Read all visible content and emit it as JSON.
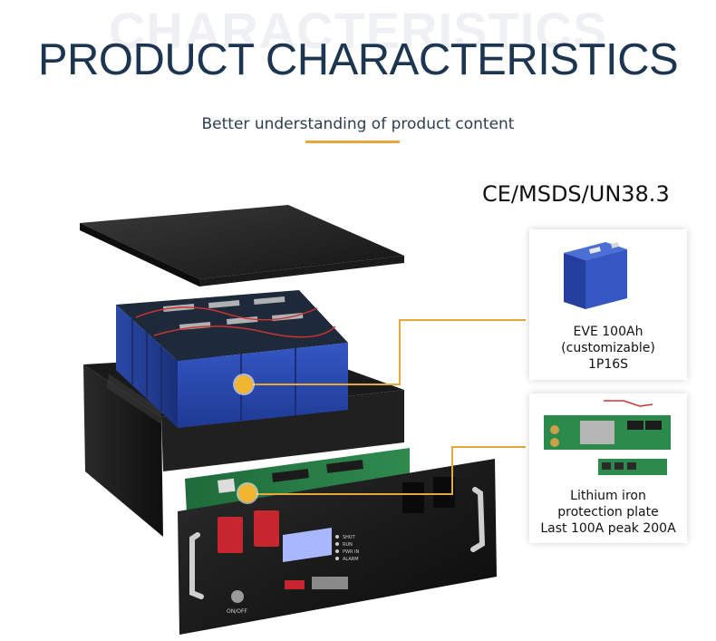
{
  "header": {
    "watermark": "CHARACTERISTICS",
    "title": "PRODUCT CHARACTERISTICS",
    "subtitle": "Better understanding of product content"
  },
  "certification": "CE/MSDS/UN38.3",
  "cards": {
    "cell": {
      "lines": [
        "EVE 100Ah",
        "(customizable)",
        "1P16S"
      ]
    },
    "bms": {
      "lines": [
        "Lithium iron",
        "protection plate",
        "Last 100A peak 200A"
      ]
    }
  },
  "panel": {
    "power_label": "ON/OFF",
    "status_labels": [
      "SHUT",
      "RUN",
      "PWR IN",
      "ALARM"
    ]
  },
  "colors": {
    "accent": "#e8a73a",
    "dot": "#f2b531",
    "title": "#1c3550",
    "cell_blue": "#2a4fb8"
  }
}
